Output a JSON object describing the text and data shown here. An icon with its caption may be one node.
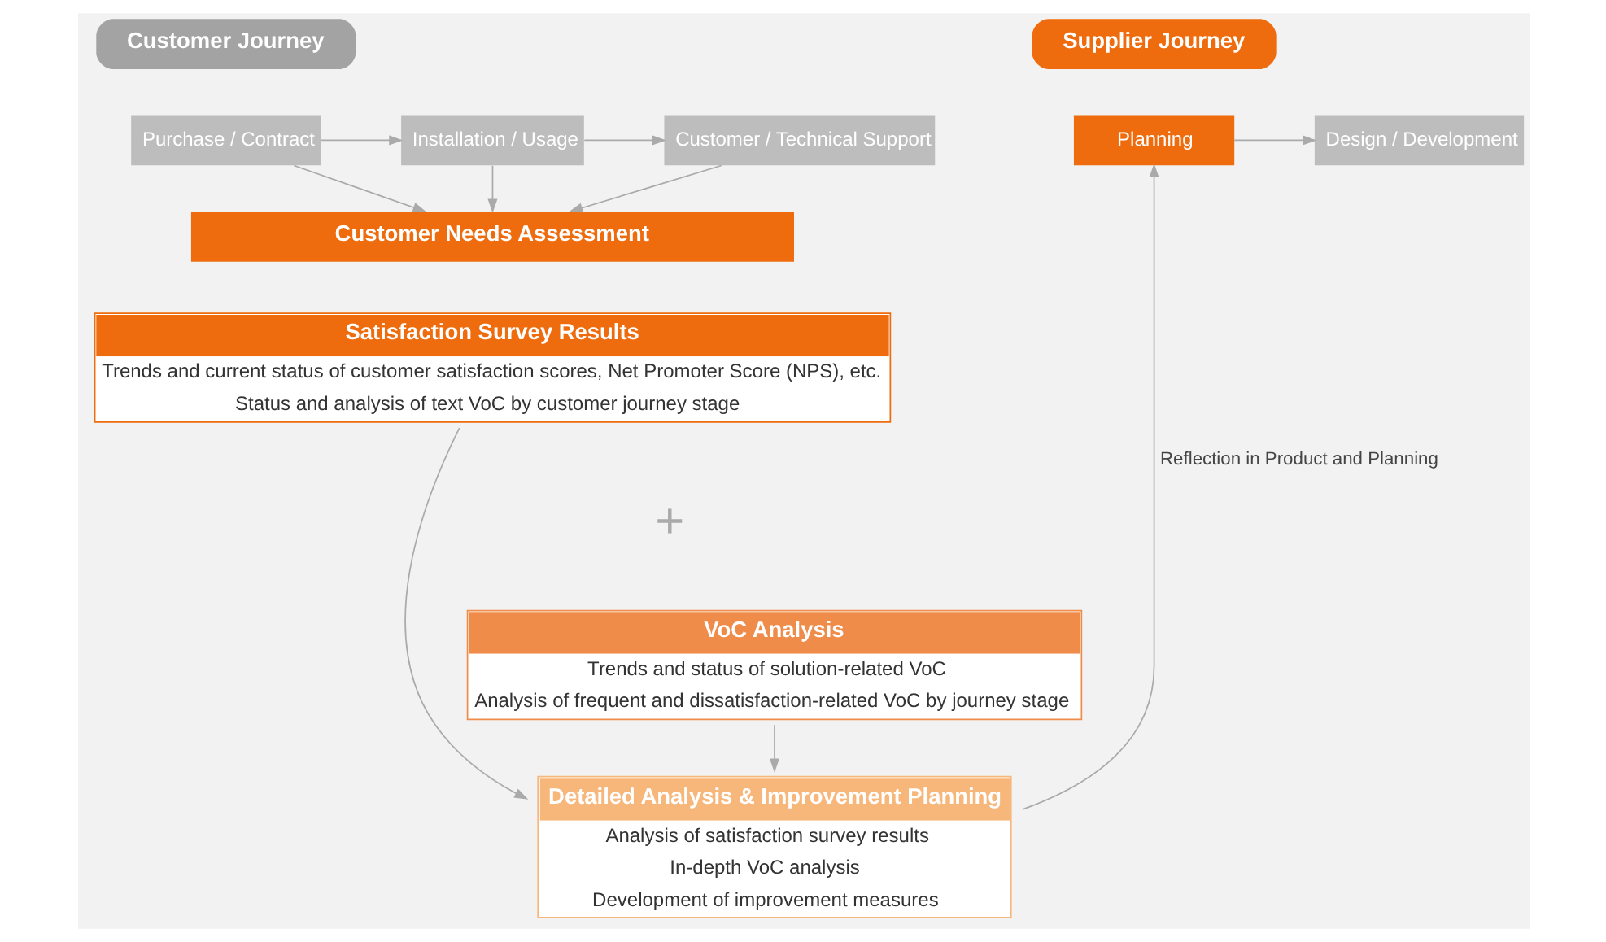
{
  "diagram": {
    "nodes": [
      {
        "text": [
          "Customer Journey"
        ]
      },
      {
        "text": [
          "Purchase / Contract"
        ]
      },
      {
        "text": [
          "Installation / Usage"
        ]
      },
      {
        "text": [
          "Customer / Technical Support"
        ]
      },
      {
        "text": [
          "Customer Needs Assessment"
        ]
      },
      {
        "text": [
          "Supplier Journey"
        ]
      },
      {
        "text": [
          "Planning"
        ]
      },
      {
        "text": [
          "Design / Development"
        ]
      },
      {
        "text": [
          "Satisfaction Survey Results",
          "Trends and current status of customer satisfaction scores, Net Promoter Score (NPS), etc.",
          "Status and analysis of text VoC by customer journey stage"
        ]
      },
      {
        "text": [
          "VoC Analysis",
          "Trends and status of solution-related VoC",
          "Analysis of frequent and dissatisfaction-related VoC by journey stage"
        ]
      },
      {
        "text": [
          "Detailed Analysis & Improvement Planning",
          "Analysis of satisfaction survey results",
          "In-depth VoC analysis",
          "Development of improvement measures"
        ]
      }
    ],
    "edges": [
      {
        "from": 1,
        "to": 2,
        "arrow": "to"
      },
      {
        "from": 2,
        "to": 3,
        "arrow": "to"
      },
      {
        "from": 1,
        "to": 4,
        "arrow": "to"
      },
      {
        "from": 2,
        "to": 4,
        "arrow": "to"
      },
      {
        "from": 3,
        "to": 4,
        "arrow": "to"
      },
      {
        "from": 6,
        "to": 7,
        "arrow": "to"
      },
      {
        "from": 8,
        "to": 10,
        "arrow": "to"
      },
      {
        "from": 9,
        "to": 10,
        "arrow": "to"
      },
      {
        "from": 10,
        "to": 6,
        "arrow": "to",
        "label": "Reflection in Product and Planning"
      }
    ],
    "labels": [
      "+"
    ]
  }
}
